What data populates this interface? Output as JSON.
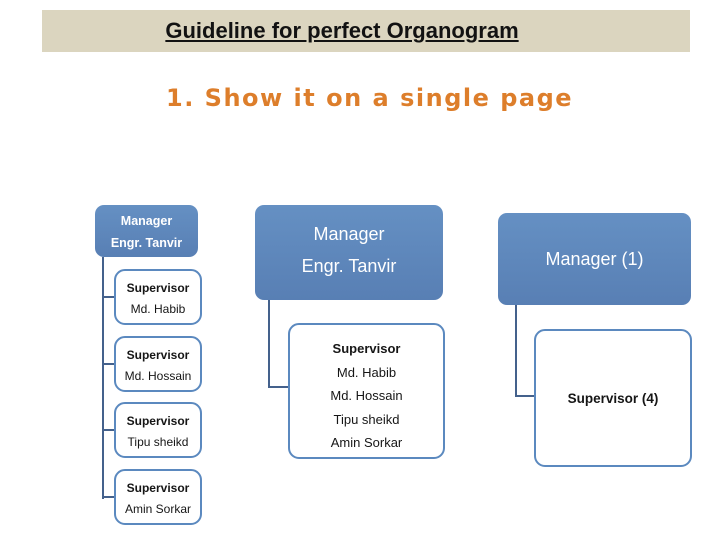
{
  "header": {
    "title": "Guideline for perfect Organogram"
  },
  "subtitle": "1. Show it on a single page",
  "charts": [
    {
      "name": "detailed-organogram",
      "manager": {
        "lines": [
          "Manager",
          "Engr. Tanvir"
        ]
      },
      "supervisors": [
        {
          "title": "Supervisor",
          "name": "Md. Habib"
        },
        {
          "title": "Supervisor",
          "name": "Md. Hossain"
        },
        {
          "title": "Supervisor",
          "name": "Tipu sheikd"
        },
        {
          "title": "Supervisor",
          "name": "Amin Sorkar"
        }
      ]
    },
    {
      "name": "consolidated-organogram",
      "manager": {
        "lines": [
          "Manager",
          "Engr. Tanvir"
        ]
      },
      "supervisor_box": {
        "title": "Supervisor",
        "names": [
          "Md. Habib",
          "Md. Hossain",
          "Tipu sheikd",
          "Amin Sorkar"
        ]
      }
    },
    {
      "name": "summary-organogram",
      "manager_label": "Manager (1)",
      "supervisor_label": "Supervisor (4)"
    }
  ],
  "colors": {
    "header_bg": "#dbd5bf",
    "accent_orange": "#dd7e2b",
    "node_fill": "#5b86bc",
    "node_border": "#5b89bf",
    "connector": "#44618c"
  }
}
